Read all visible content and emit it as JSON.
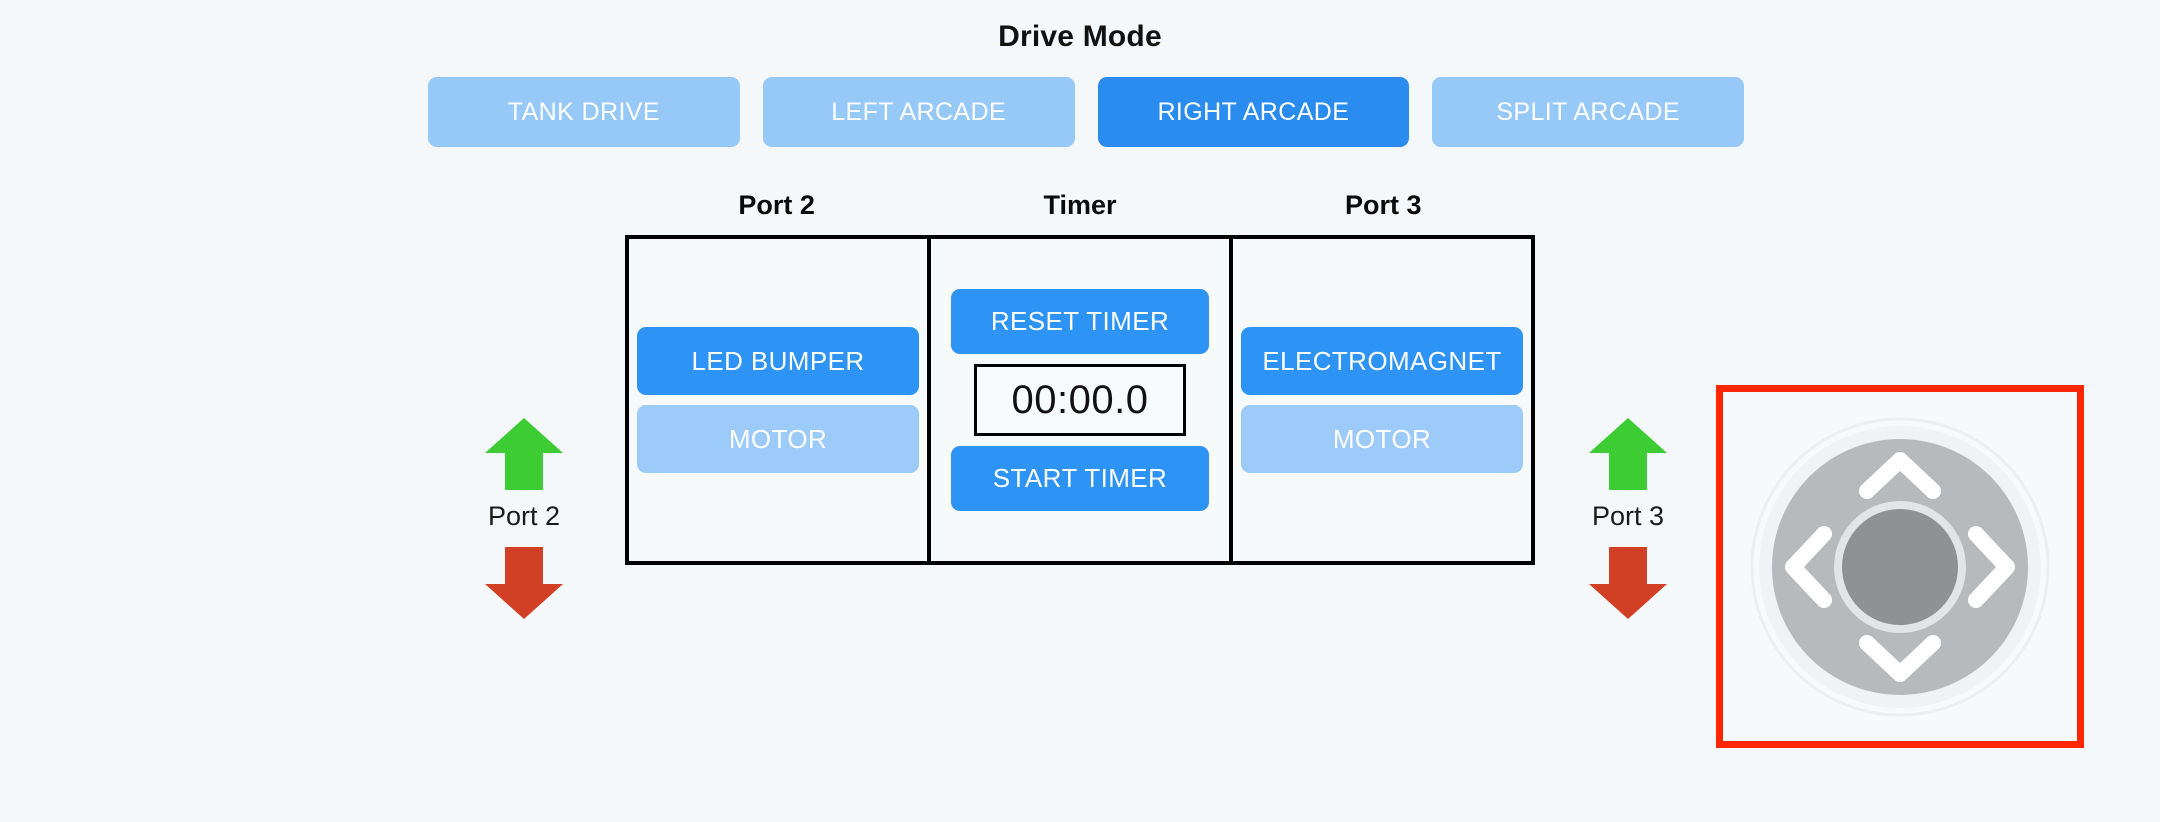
{
  "header": {
    "title": "Drive Mode"
  },
  "drive_modes": {
    "selected": "RIGHT ARCADE",
    "options": [
      {
        "label": "TANK DRIVE",
        "selected": false
      },
      {
        "label": "LEFT ARCADE",
        "selected": false
      },
      {
        "label": "RIGHT ARCADE",
        "selected": true
      },
      {
        "label": "SPLIT ARCADE",
        "selected": false
      }
    ]
  },
  "panel": {
    "columns": [
      {
        "header": "Port 2"
      },
      {
        "header": "Timer"
      },
      {
        "header": "Port 3"
      }
    ]
  },
  "port2": {
    "header": "Port 2",
    "device_button": {
      "label": "LED BUMPER",
      "state": "on"
    },
    "motor_button": {
      "label": "MOTOR",
      "state": "off"
    }
  },
  "timer": {
    "header": "Timer",
    "reset_label": "RESET TIMER",
    "start_label": "START TIMER",
    "display": "00:00.0"
  },
  "port3": {
    "header": "Port 3",
    "device_button": {
      "label": "ELECTROMAGNET",
      "state": "on"
    },
    "motor_button": {
      "label": "MOTOR",
      "state": "off"
    }
  },
  "indicators": {
    "left": {
      "label": "Port 2",
      "up_icon": "arrow-up-icon",
      "down_icon": "arrow-down-icon"
    },
    "right": {
      "label": "Port 3",
      "up_icon": "arrow-up-icon",
      "down_icon": "arrow-down-icon"
    }
  },
  "dpad": {
    "up_icon": "chevron-up-icon",
    "down_icon": "chevron-down-icon",
    "left_icon": "chevron-left-icon",
    "right_icon": "chevron-right-icon",
    "center_icon": "dpad-center-icon",
    "highlighted": true
  },
  "colors": {
    "background": "#f4f8fa",
    "accent_blue": "#2d93f5",
    "selected_tab_blue": "#2b8cf0",
    "inactive_blue": "#96c8f8",
    "muted_blue": "#9ccbf9",
    "arrow_up_green": "#3ecc35",
    "arrow_down_red": "#d13f24",
    "highlight_red": "#ff2600",
    "panel_border": "#000000",
    "dpad_ring": "#b6babd",
    "dpad_center": "#8e9294",
    "text_dark": "#111111",
    "text_light": "#ffffff"
  }
}
